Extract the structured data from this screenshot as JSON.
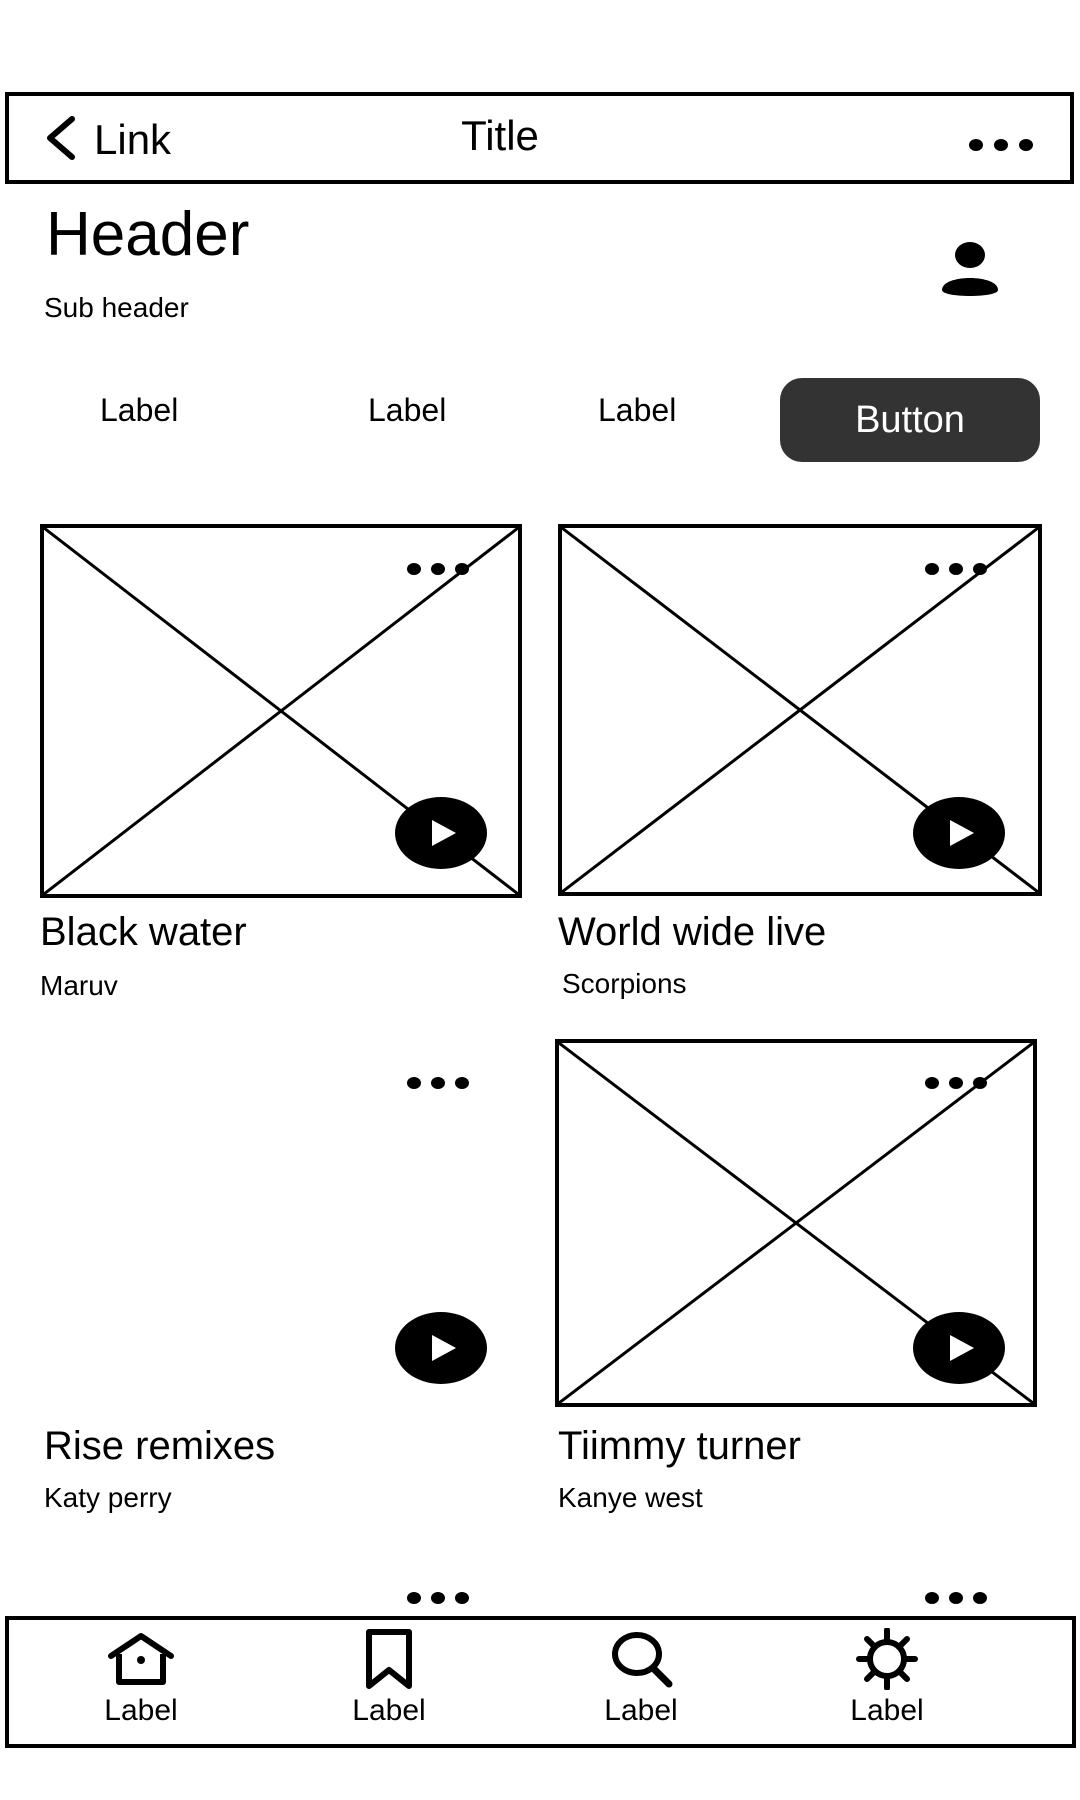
{
  "topbar": {
    "link_label": "Link",
    "title": "Title",
    "more_icon": "more-horizontal-icon",
    "back_icon": "chevron-left-icon"
  },
  "header": {
    "title": "Header",
    "subtitle": "Sub header",
    "avatar_icon": "user-icon"
  },
  "segments": {
    "labels": [
      "Label",
      "Label",
      "Label"
    ],
    "button_label": "Button",
    "button_color": "#333333"
  },
  "cards": [
    {
      "title": "Black water",
      "subtitle": "Maruv",
      "has_image": true
    },
    {
      "title": "World wide live",
      "subtitle": "Scorpions",
      "has_image": true
    },
    {
      "title": "Rise remixes",
      "subtitle": "Katy perry",
      "has_image": false
    },
    {
      "title": "Tiimmy turner",
      "subtitle": "Kanye west",
      "has_image": true
    }
  ],
  "tabbar": {
    "items": [
      {
        "label": "Label",
        "icon": "home-icon"
      },
      {
        "label": "Label",
        "icon": "bookmark-icon"
      },
      {
        "label": "Label",
        "icon": "search-icon"
      },
      {
        "label": "Label",
        "icon": "settings-icon"
      }
    ]
  }
}
